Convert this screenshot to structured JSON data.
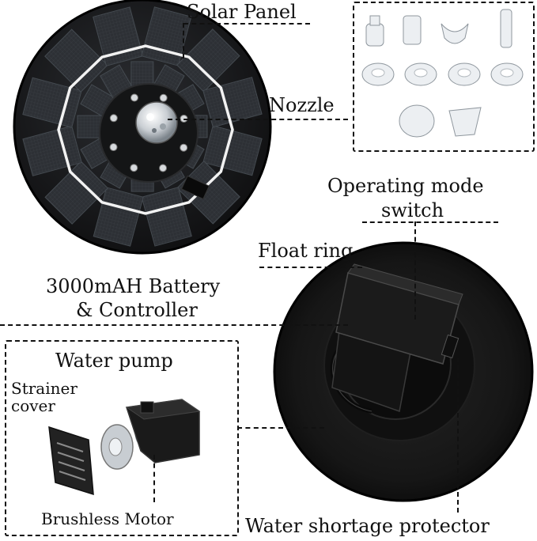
{
  "labels": {
    "solar_panel": "Solar Panel",
    "nozzle": "Nozzle",
    "operating_mode_line1": "Operating mode",
    "operating_mode_line2": "switch",
    "float_ring": "Float ring",
    "battery_line1": "3000mAH Battery",
    "battery_line2": "& Controller",
    "water_pump": "Water pump",
    "strainer_line1": "Strainer",
    "strainer_line2": "cover",
    "brushless_motor": "Brushless Motor",
    "water_shortage": "Water shortage protector"
  },
  "colors": {
    "panel_black": "#1a1a1a",
    "cell_dark": "#2a2d31",
    "ring_white": "#f2f2f2",
    "dash": "#111111"
  }
}
